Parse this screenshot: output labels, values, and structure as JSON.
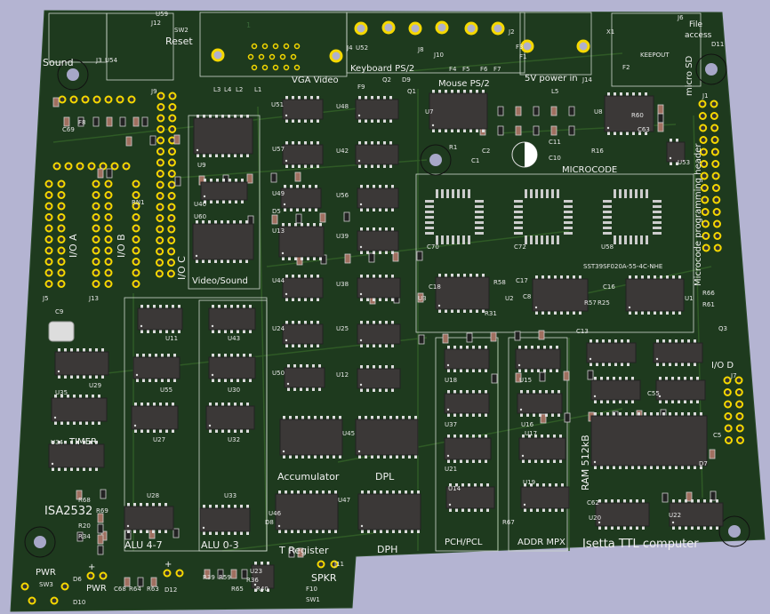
{
  "board": {
    "colors": {
      "substrate": "#1e3a1e",
      "trace": "#2f5a26",
      "pad": "#f5d800",
      "chip": "#3b3837",
      "silkscreen": "#f0f0f0",
      "background": "#b4b4d2"
    },
    "title": "Isetta TTL computer",
    "revision": "ISA2532",
    "labels": {
      "sound": "Sound",
      "reset": "Reset",
      "sw2": "SW2",
      "vga": "VGA Video",
      "keyboard": "Keyboard PS/2",
      "mouse": "Mouse PS/2",
      "power_in": "5V power in",
      "file_access": "File",
      "file_access2": "access",
      "micro_sd": "micro SD",
      "keepout": "KEEPOUT",
      "microcode": "MICROCODE",
      "microcode_header": "Microcode programming header",
      "flash_part": "SST39SF020A-55-4C-NHE",
      "io_a": "I/O A",
      "io_b": "I/O B",
      "io_c": "I/O C",
      "io_d": "I/O D",
      "video_sound": "Video/Sound",
      "timer": "TIMER",
      "alu_hi": "ALU 4-7",
      "alu_lo": "ALU 0-3",
      "accumulator": "Accumulator",
      "dpl": "DPL",
      "dph": "DPH",
      "t_register": "T Register",
      "pch_pcl": "PCH/PCL",
      "addr_mpx": "ADDR MPX",
      "ram": "RAM 512kB",
      "pwr": "PWR",
      "pwr2": "PWR",
      "sw3": "SW3",
      "spkr": "SPKR",
      "plus1": "+",
      "plus2": "+",
      "one": "1"
    },
    "refs": [
      "J3",
      "J12",
      "J4",
      "J8",
      "J10",
      "J2",
      "J6",
      "J14",
      "J1",
      "J9",
      "J5",
      "J13",
      "RN1",
      "J7",
      "J11",
      "D6",
      "D10",
      "D12",
      "D9",
      "D5",
      "D7",
      "D8",
      "D11",
      "Q1",
      "Q2",
      "Q3",
      "L1",
      "L2",
      "L3",
      "L4",
      "L5",
      "F1",
      "F2",
      "F3",
      "F4",
      "F5",
      "F6",
      "F7",
      "F8",
      "F9",
      "F10",
      "SW1",
      "X1",
      "C9",
      "C11",
      "C10",
      "C1",
      "C2",
      "C63",
      "C13",
      "C16",
      "C17",
      "C18",
      "C8",
      "C62",
      "C55",
      "C5",
      "R1",
      "R16",
      "R60",
      "R31",
      "R58",
      "R57",
      "R25",
      "R61",
      "R66",
      "R67",
      "R68",
      "R69",
      "R20",
      "R34",
      "R39",
      "R40",
      "R59",
      "R63",
      "R64",
      "R65",
      "R36",
      "C68",
      "C69",
      "C70",
      "C72",
      "U58",
      "U1",
      "U2",
      "U3",
      "U7",
      "U8",
      "U9",
      "U40",
      "U60",
      "U51",
      "U57",
      "U49",
      "U13",
      "U44",
      "U24",
      "U50",
      "U48",
      "U42",
      "U56",
      "U39",
      "U38",
      "U25",
      "U12",
      "U11",
      "U43",
      "U55",
      "U30",
      "U27",
      "U32",
      "U28",
      "U33",
      "U29",
      "U35",
      "U34",
      "U45",
      "U46",
      "U47",
      "U18",
      "U37",
      "U21",
      "U14",
      "U15",
      "U16",
      "U17",
      "U19",
      "U20",
      "U22",
      "U23",
      "U53",
      "U54",
      "U59",
      "U52"
    ]
  }
}
